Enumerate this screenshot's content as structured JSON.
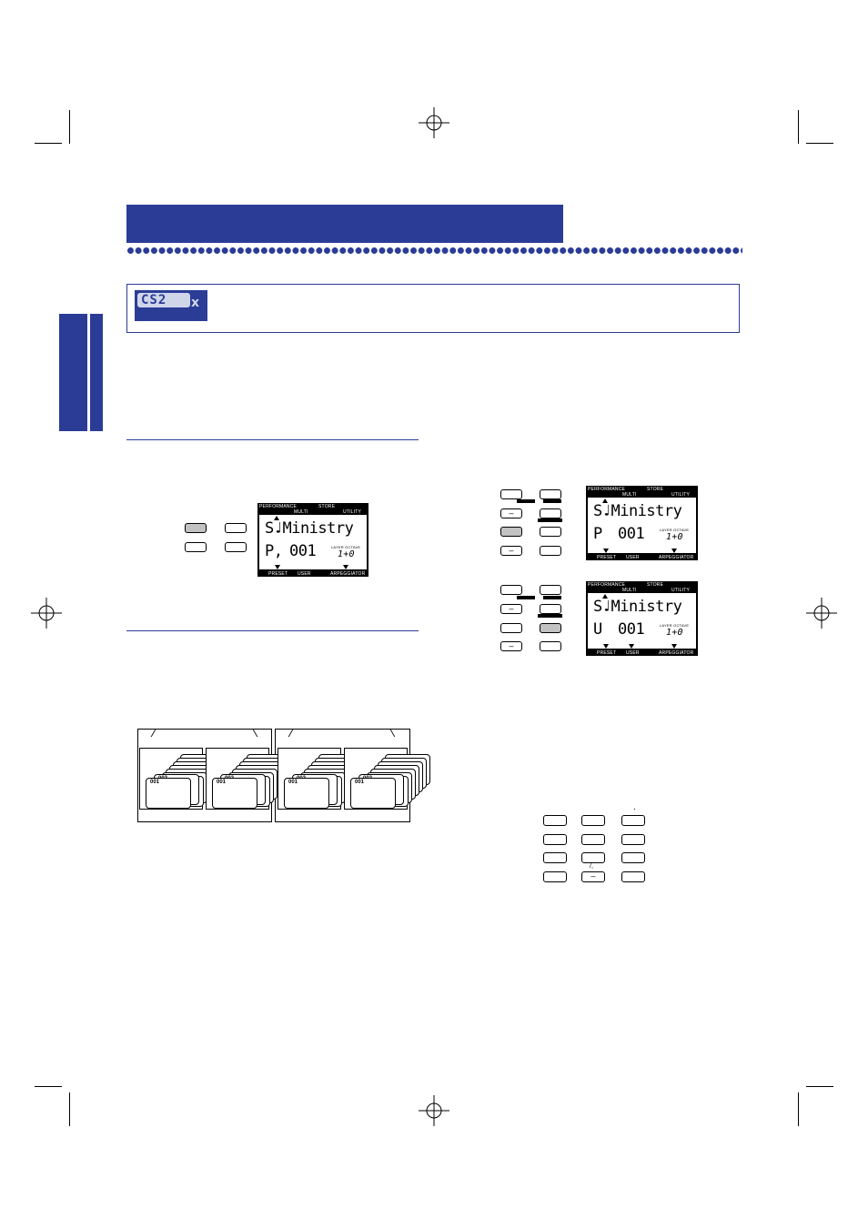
{
  "brand": {
    "logo_text": "CS2",
    "logo_suffix": "x"
  },
  "colors": {
    "accent": "#2b3c97",
    "button_active": "#c2c2c2",
    "lcd_bg": "#000000"
  },
  "lcd_displays": [
    {
      "top_left": "PERFORMANCE",
      "top_mid": "STORE",
      "top_right": "UTILITY",
      "top_mid2": "MULTI",
      "line1": "S♩Ministry",
      "bank": "P,",
      "number": "001",
      "layer_octave_label": "LAYER OCTAVE",
      "octave_value": "1+0",
      "bottom_left": "PRESET",
      "bottom_mid": "USER",
      "bottom_right": "ARPEGGIATOR"
    },
    {
      "top_left": "PERFORMANCE",
      "top_mid": "STORE",
      "top_right": "UTILITY",
      "top_mid2": "MULTI",
      "line1": "S♩Ministry",
      "bank": "P",
      "number": "001",
      "layer_octave_label": "LAYER OCTAVE",
      "octave_value": "1+0",
      "bottom_left": "PRESET",
      "bottom_mid": "USER",
      "bottom_right": "ARPEGGIATOR"
    },
    {
      "top_left": "PERFORMANCE",
      "top_mid": "STORE",
      "top_right": "UTILITY",
      "top_mid2": "MULTI",
      "line1": "S♩Ministry",
      "bank": "U",
      "number": "001",
      "layer_octave_label": "LAYER OCTAVE",
      "octave_value": "1+0",
      "bottom_left": "PRESET",
      "bottom_mid": "USER",
      "bottom_right": "ARPEGGIATOR"
    }
  ],
  "memory_diagram": {
    "cards": [
      {
        "top": "002",
        "bottom": "001"
      },
      {
        "top": "002",
        "bottom": "001"
      },
      {
        "top": "002",
        "bottom": "001"
      },
      {
        "top": "002",
        "bottom": "001"
      }
    ]
  },
  "keypad": {
    "minus_label": "–",
    "slash_label": "/,",
    "dot_label": "."
  },
  "button_labels": {
    "minus": "–"
  }
}
